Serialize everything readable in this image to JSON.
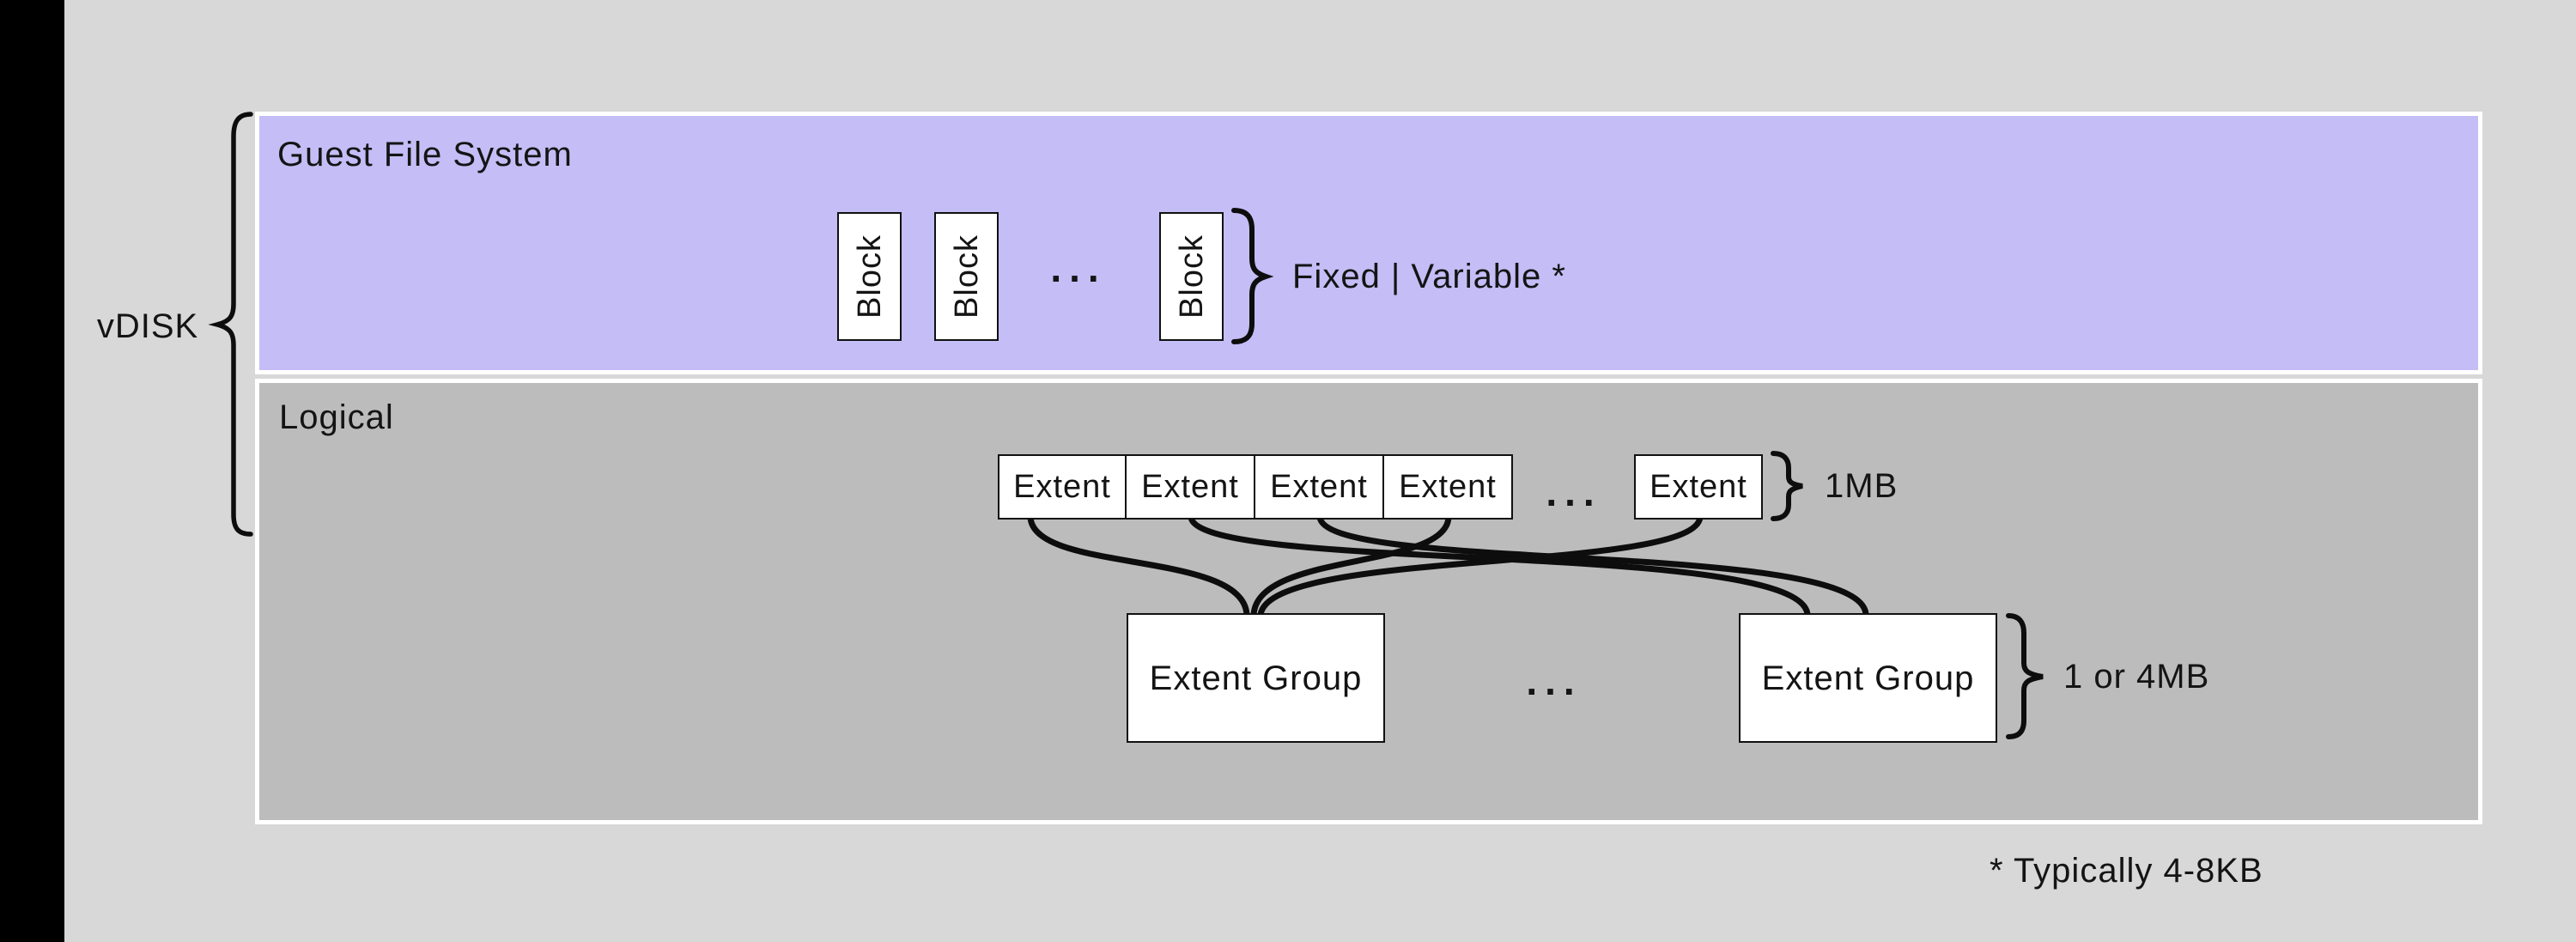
{
  "page": {
    "background_color": "#d8d8d8",
    "sidebar_color": "#000000",
    "text_color": "#141414"
  },
  "vdisk": {
    "label": "vDISK"
  },
  "guest_file_system": {
    "title": "Guest File System",
    "panel_color": "#c5bdf6",
    "blocks": [
      "Block",
      "Block",
      "Block"
    ],
    "ellipsis": "...",
    "brace_label": "Fixed | Variable *"
  },
  "logical": {
    "title": "Logical",
    "panel_color": "#bcbcbc",
    "extent_cells": [
      "Extent",
      "Extent",
      "Extent",
      "Extent"
    ],
    "extent_ellipsis": "...",
    "extent_last": "Extent",
    "extent_brace_label": "1MB",
    "extent_groups": [
      "Extent Group",
      "Extent Group"
    ],
    "group_ellipsis": "...",
    "group_brace_label": "1 or 4MB"
  },
  "footnote": "* Typically 4-8KB"
}
